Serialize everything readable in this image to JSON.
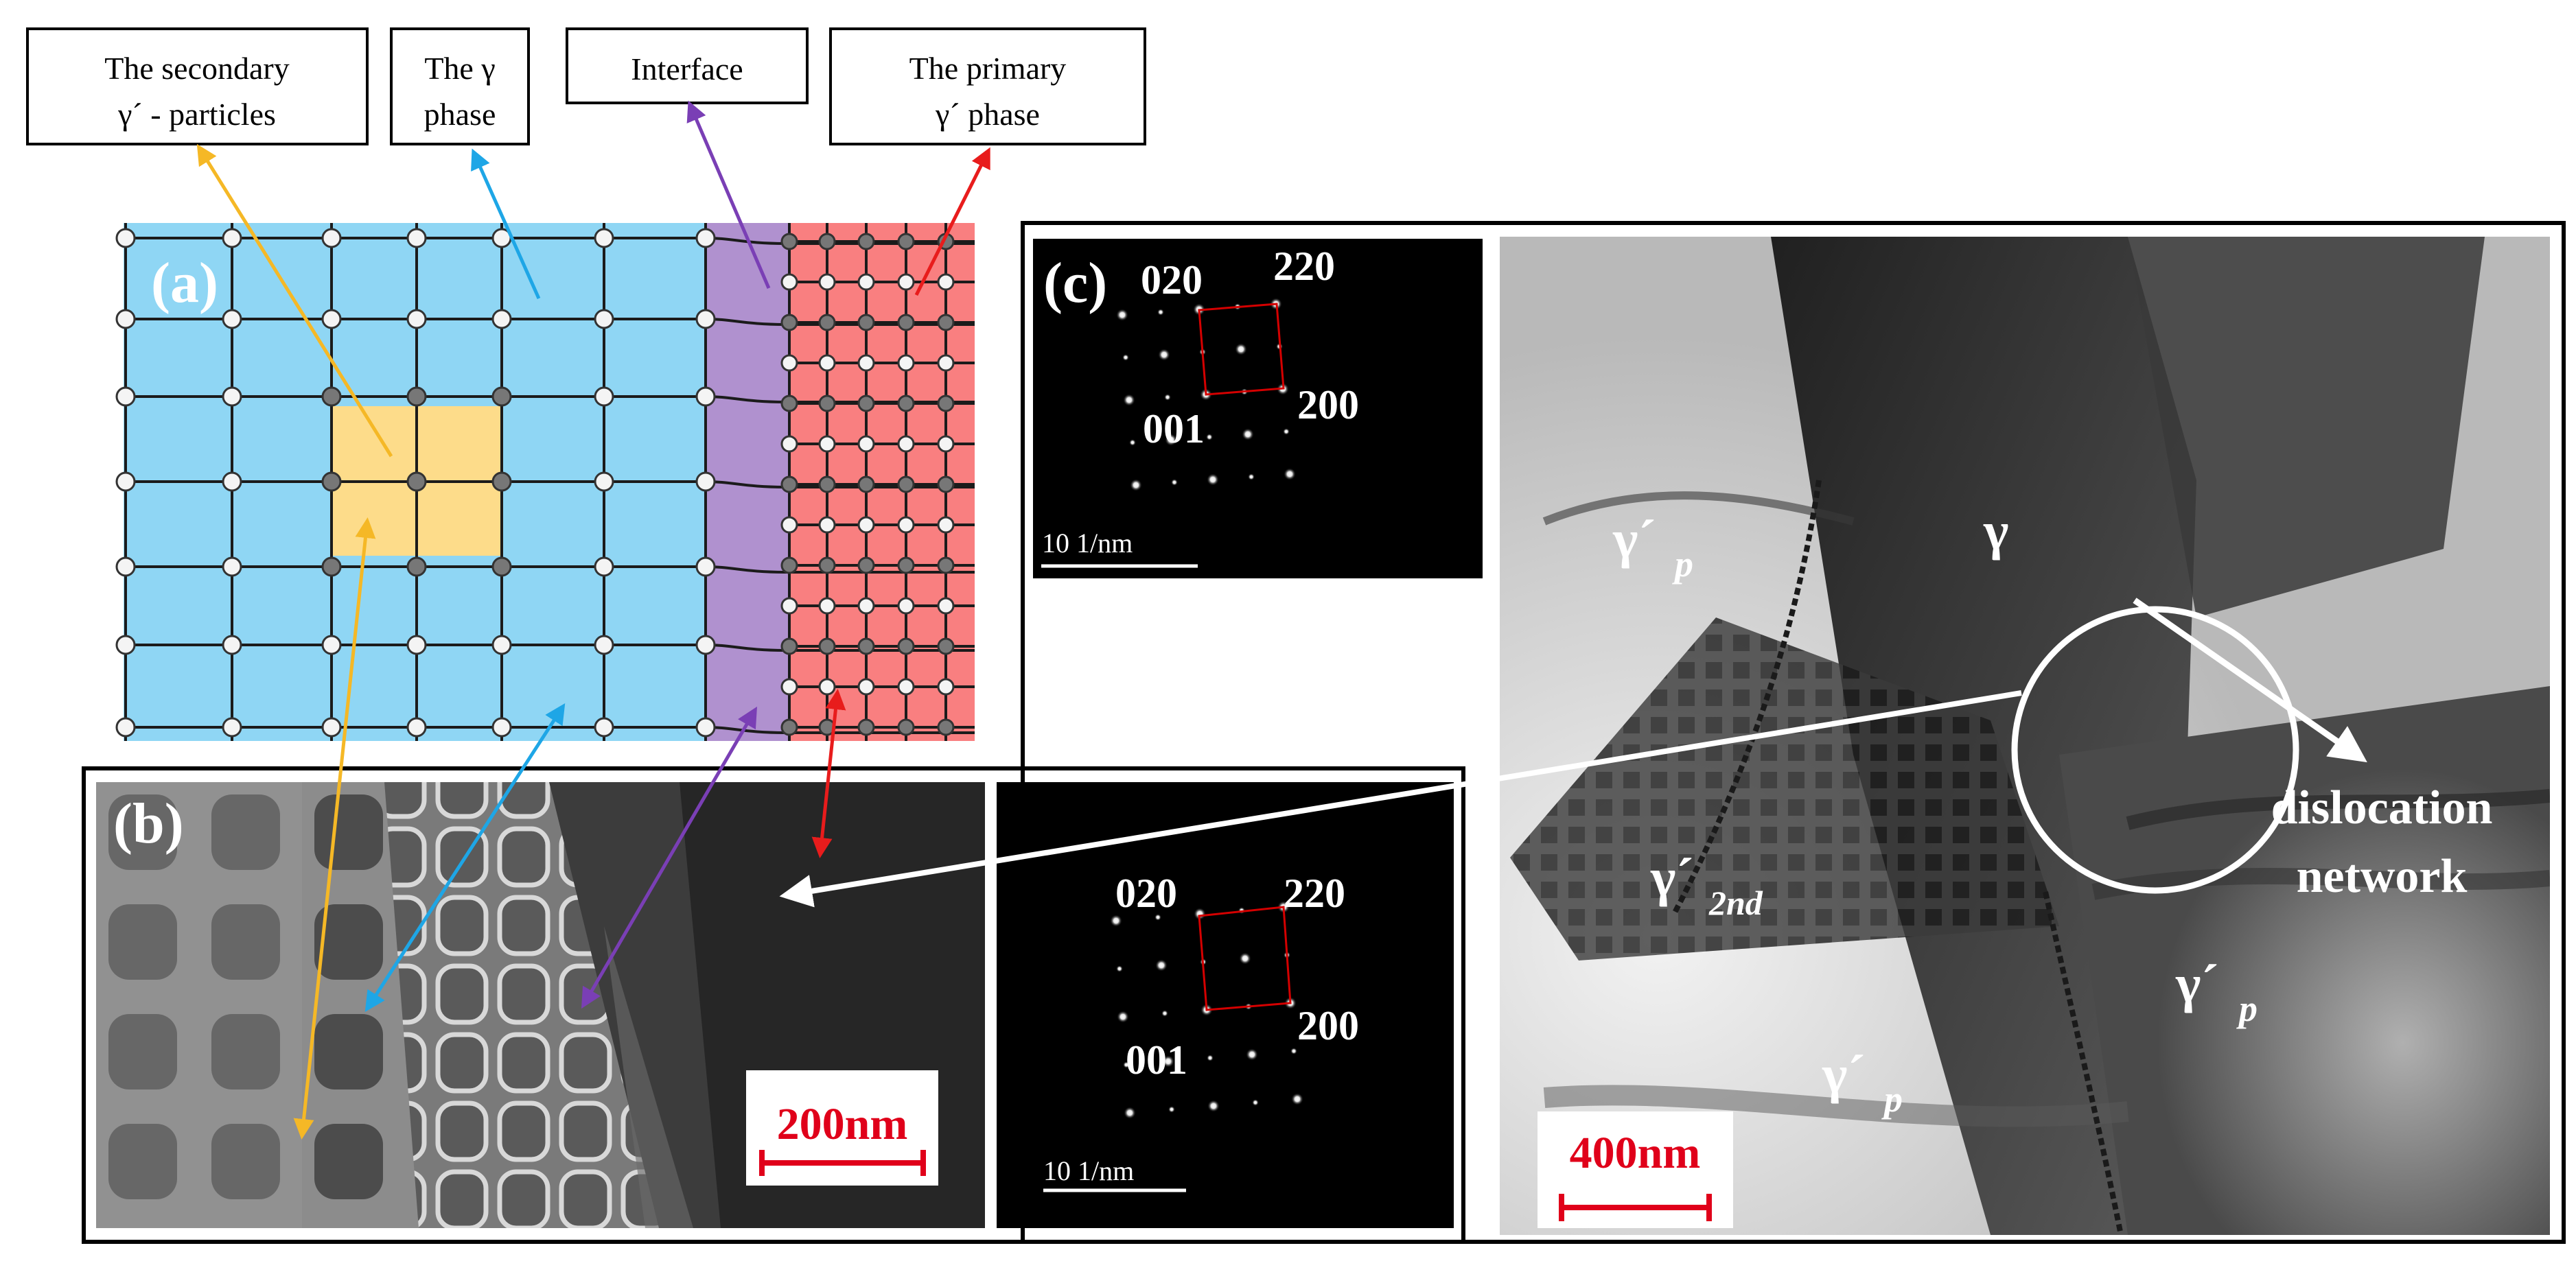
{
  "labels": {
    "secondary": [
      "The secondary",
      "γ´ - particles"
    ],
    "gamma": [
      "The γ",
      "phase"
    ],
    "interface": "Interface",
    "primary": [
      "The primary",
      "γ´ phase"
    ]
  },
  "panels": {
    "a": "(a)",
    "b": "(b)",
    "c": "(c)"
  },
  "saed": {
    "i020": "020",
    "i220": "220",
    "i001": "001",
    "i200": "200",
    "scale": "10 1/nm"
  },
  "scalebars": {
    "b": "200nm",
    "c": "400nm"
  },
  "tem_labels": {
    "gamma": "γ",
    "gp_main": "γ´",
    "sub_p": "p",
    "sub_2nd": "2nd",
    "dislocation": [
      "dislocation",
      "network"
    ]
  },
  "colors": {
    "gamma": "#8fd6f4",
    "secondary": "#fddc8a",
    "interface": "#b091cf",
    "primary": "#f97f80",
    "arrow_secondary": "#f5b826",
    "arrow_gamma": "#1ea6e6",
    "arrow_interface": "#7a3fb5",
    "arrow_primary": "#e81c1c",
    "scalebar": "#e0001a"
  }
}
